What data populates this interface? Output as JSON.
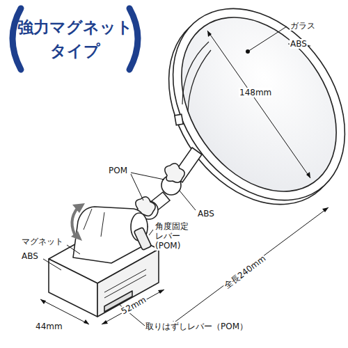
{
  "diagram": {
    "title": "強力マグネットタイプ",
    "labels": [
      "ガラス",
      "ABS",
      "148mm",
      "POM",
      "ABS",
      "角度固定 レバー (POM)",
      "全長240mm",
      "マグネット",
      "ABS",
      "52mm",
      "44mm",
      "取りはずしレバー（POM）"
    ]
  }
}
